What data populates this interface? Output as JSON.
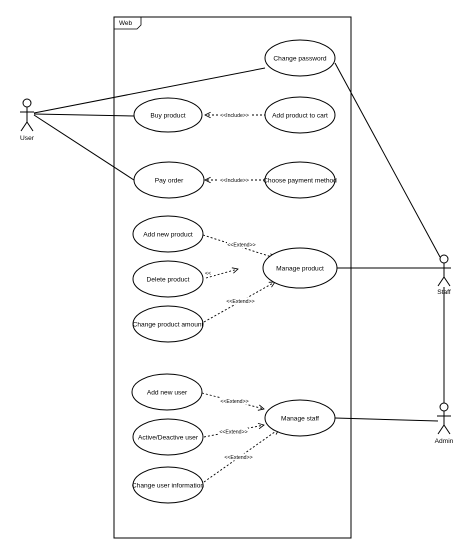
{
  "system": {
    "title": "Web"
  },
  "actors": {
    "user": "User",
    "staff": "Staff",
    "admin": "Admin"
  },
  "use_cases": {
    "change_password": "Change password",
    "buy_product": "Buy product",
    "add_product_to_cart": "Add product to cart",
    "pay_order": "Pay order",
    "choose_payment_method": "Choose payment method",
    "add_new_product": "Add new product",
    "delete_product": "Delete product",
    "change_product_amount": "Change product amount",
    "manage_product": "Manage product",
    "add_new_user": "Add new user",
    "active_deactive_user": "Active/Deactive user",
    "change_user_information": "Change user information",
    "manage_staff": "Manage staff"
  },
  "relations": {
    "include": "<<Include>>",
    "extend": "<<Extend>>"
  }
}
